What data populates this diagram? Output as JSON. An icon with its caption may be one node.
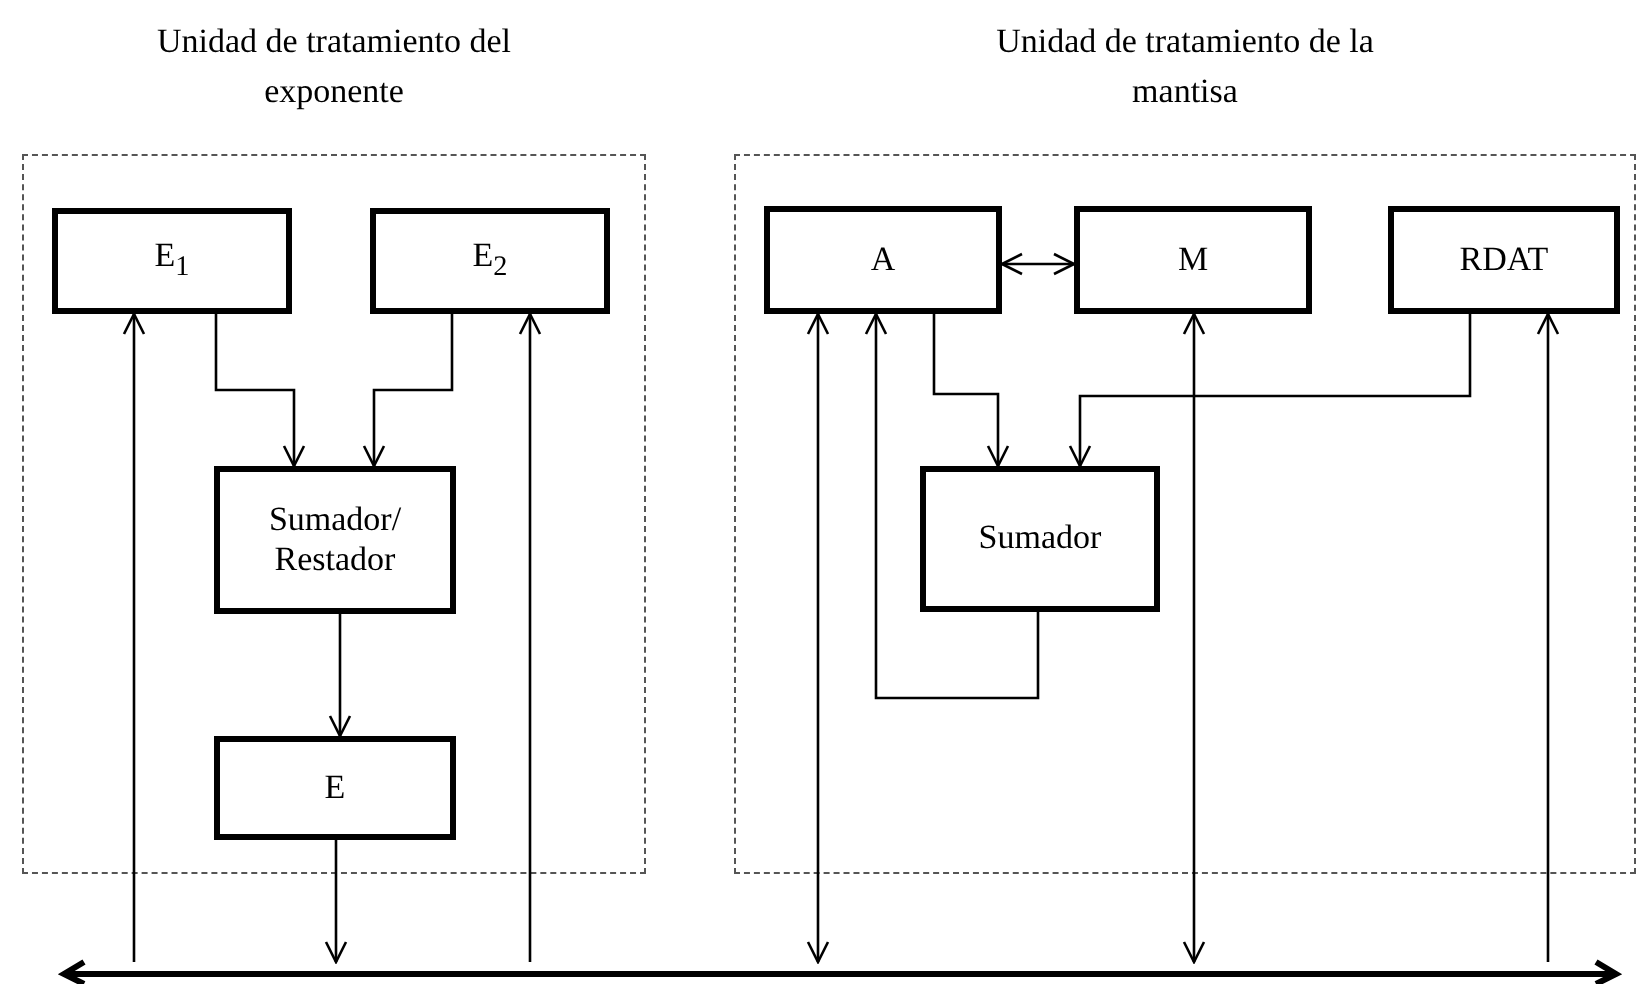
{
  "diagram": {
    "nodes": [
      {
        "text": [
          "Unidad de tratamiento del exponente"
        ]
      },
      {
        "text": [
          "E$_{1}$"
        ],
        "in": 0
      },
      {
        "text": [
          "E$_{2}$"
        ],
        "in": 0
      },
      {
        "text": [
          "Sumador/ Restador"
        ],
        "in": 0
      },
      {
        "text": [
          "E"
        ],
        "in": 0
      },
      {
        "text": [
          "Unidad de tratamiento de la mantisa"
        ]
      },
      {
        "text": [
          "A"
        ],
        "in": 5
      },
      {
        "text": [
          "M"
        ],
        "in": 5
      },
      {
        "text": [
          "RDAT"
        ],
        "in": 5
      },
      {
        "text": [
          "Sumador"
        ],
        "in": 5
      },
      {
        "text": [],
        "shape": "bar"
      }
    ],
    "edges": [
      {
        "from": 10,
        "to": 1,
        "arrow": "to"
      },
      {
        "from": 10,
        "to": 2,
        "arrow": "to"
      },
      {
        "from": 1,
        "to": 3,
        "arrow": "to"
      },
      {
        "from": 2,
        "to": 3,
        "arrow": "to"
      },
      {
        "from": 3,
        "to": 4,
        "arrow": "to"
      },
      {
        "from": 4,
        "to": 10,
        "arrow": "to"
      },
      {
        "from": 6,
        "to": 7,
        "arrow": "both"
      },
      {
        "from": 6,
        "to": 9,
        "arrow": "to"
      },
      {
        "from": 8,
        "to": 9,
        "arrow": "to"
      },
      {
        "from": 9,
        "to": 6,
        "arrow": "to"
      },
      {
        "from": 10,
        "to": 6,
        "arrow": "both"
      },
      {
        "from": 10,
        "to": 7,
        "arrow": "both"
      },
      {
        "from": 10,
        "to": 8,
        "arrow": "to"
      }
    ]
  }
}
